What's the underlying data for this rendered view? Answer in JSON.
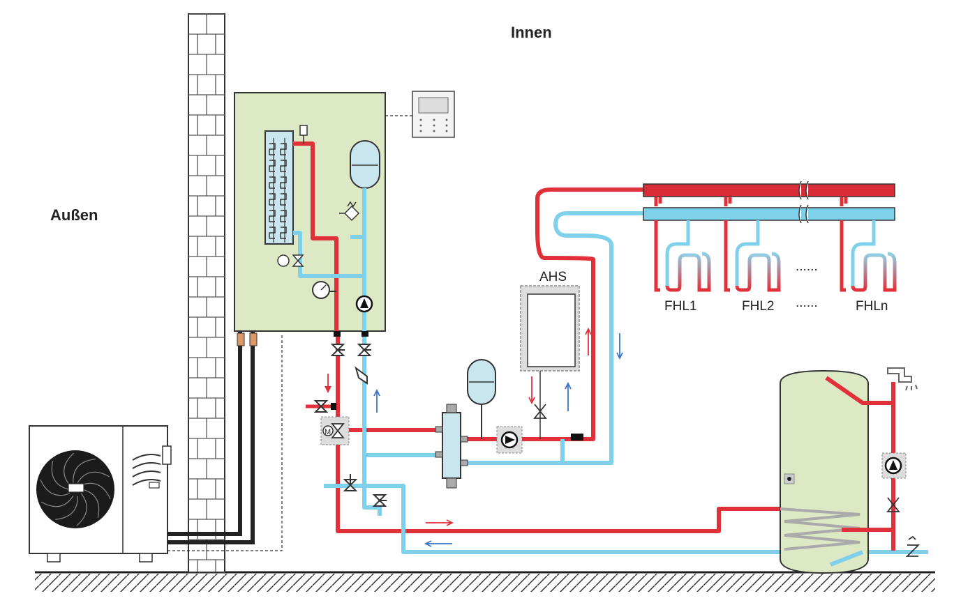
{
  "labels": {
    "outside": "Außen",
    "inside": "Innen",
    "ahs": "AHS",
    "fhl1": "FHL1",
    "fhl2": "FHL2",
    "fhln": "FHLn",
    "dots_top": "......",
    "dots_bottom": "......",
    "motor": "M"
  },
  "colors": {
    "hot": "#e0303a",
    "cold": "#7fd0ea",
    "refrigerant": "#222222",
    "unit_fill": "#dde8c4",
    "tank_fill": "#dde8c4",
    "vessel_fill": "#c9e6ee",
    "arrow_red": "#e0303a",
    "arrow_blue": "#3a76c8"
  }
}
